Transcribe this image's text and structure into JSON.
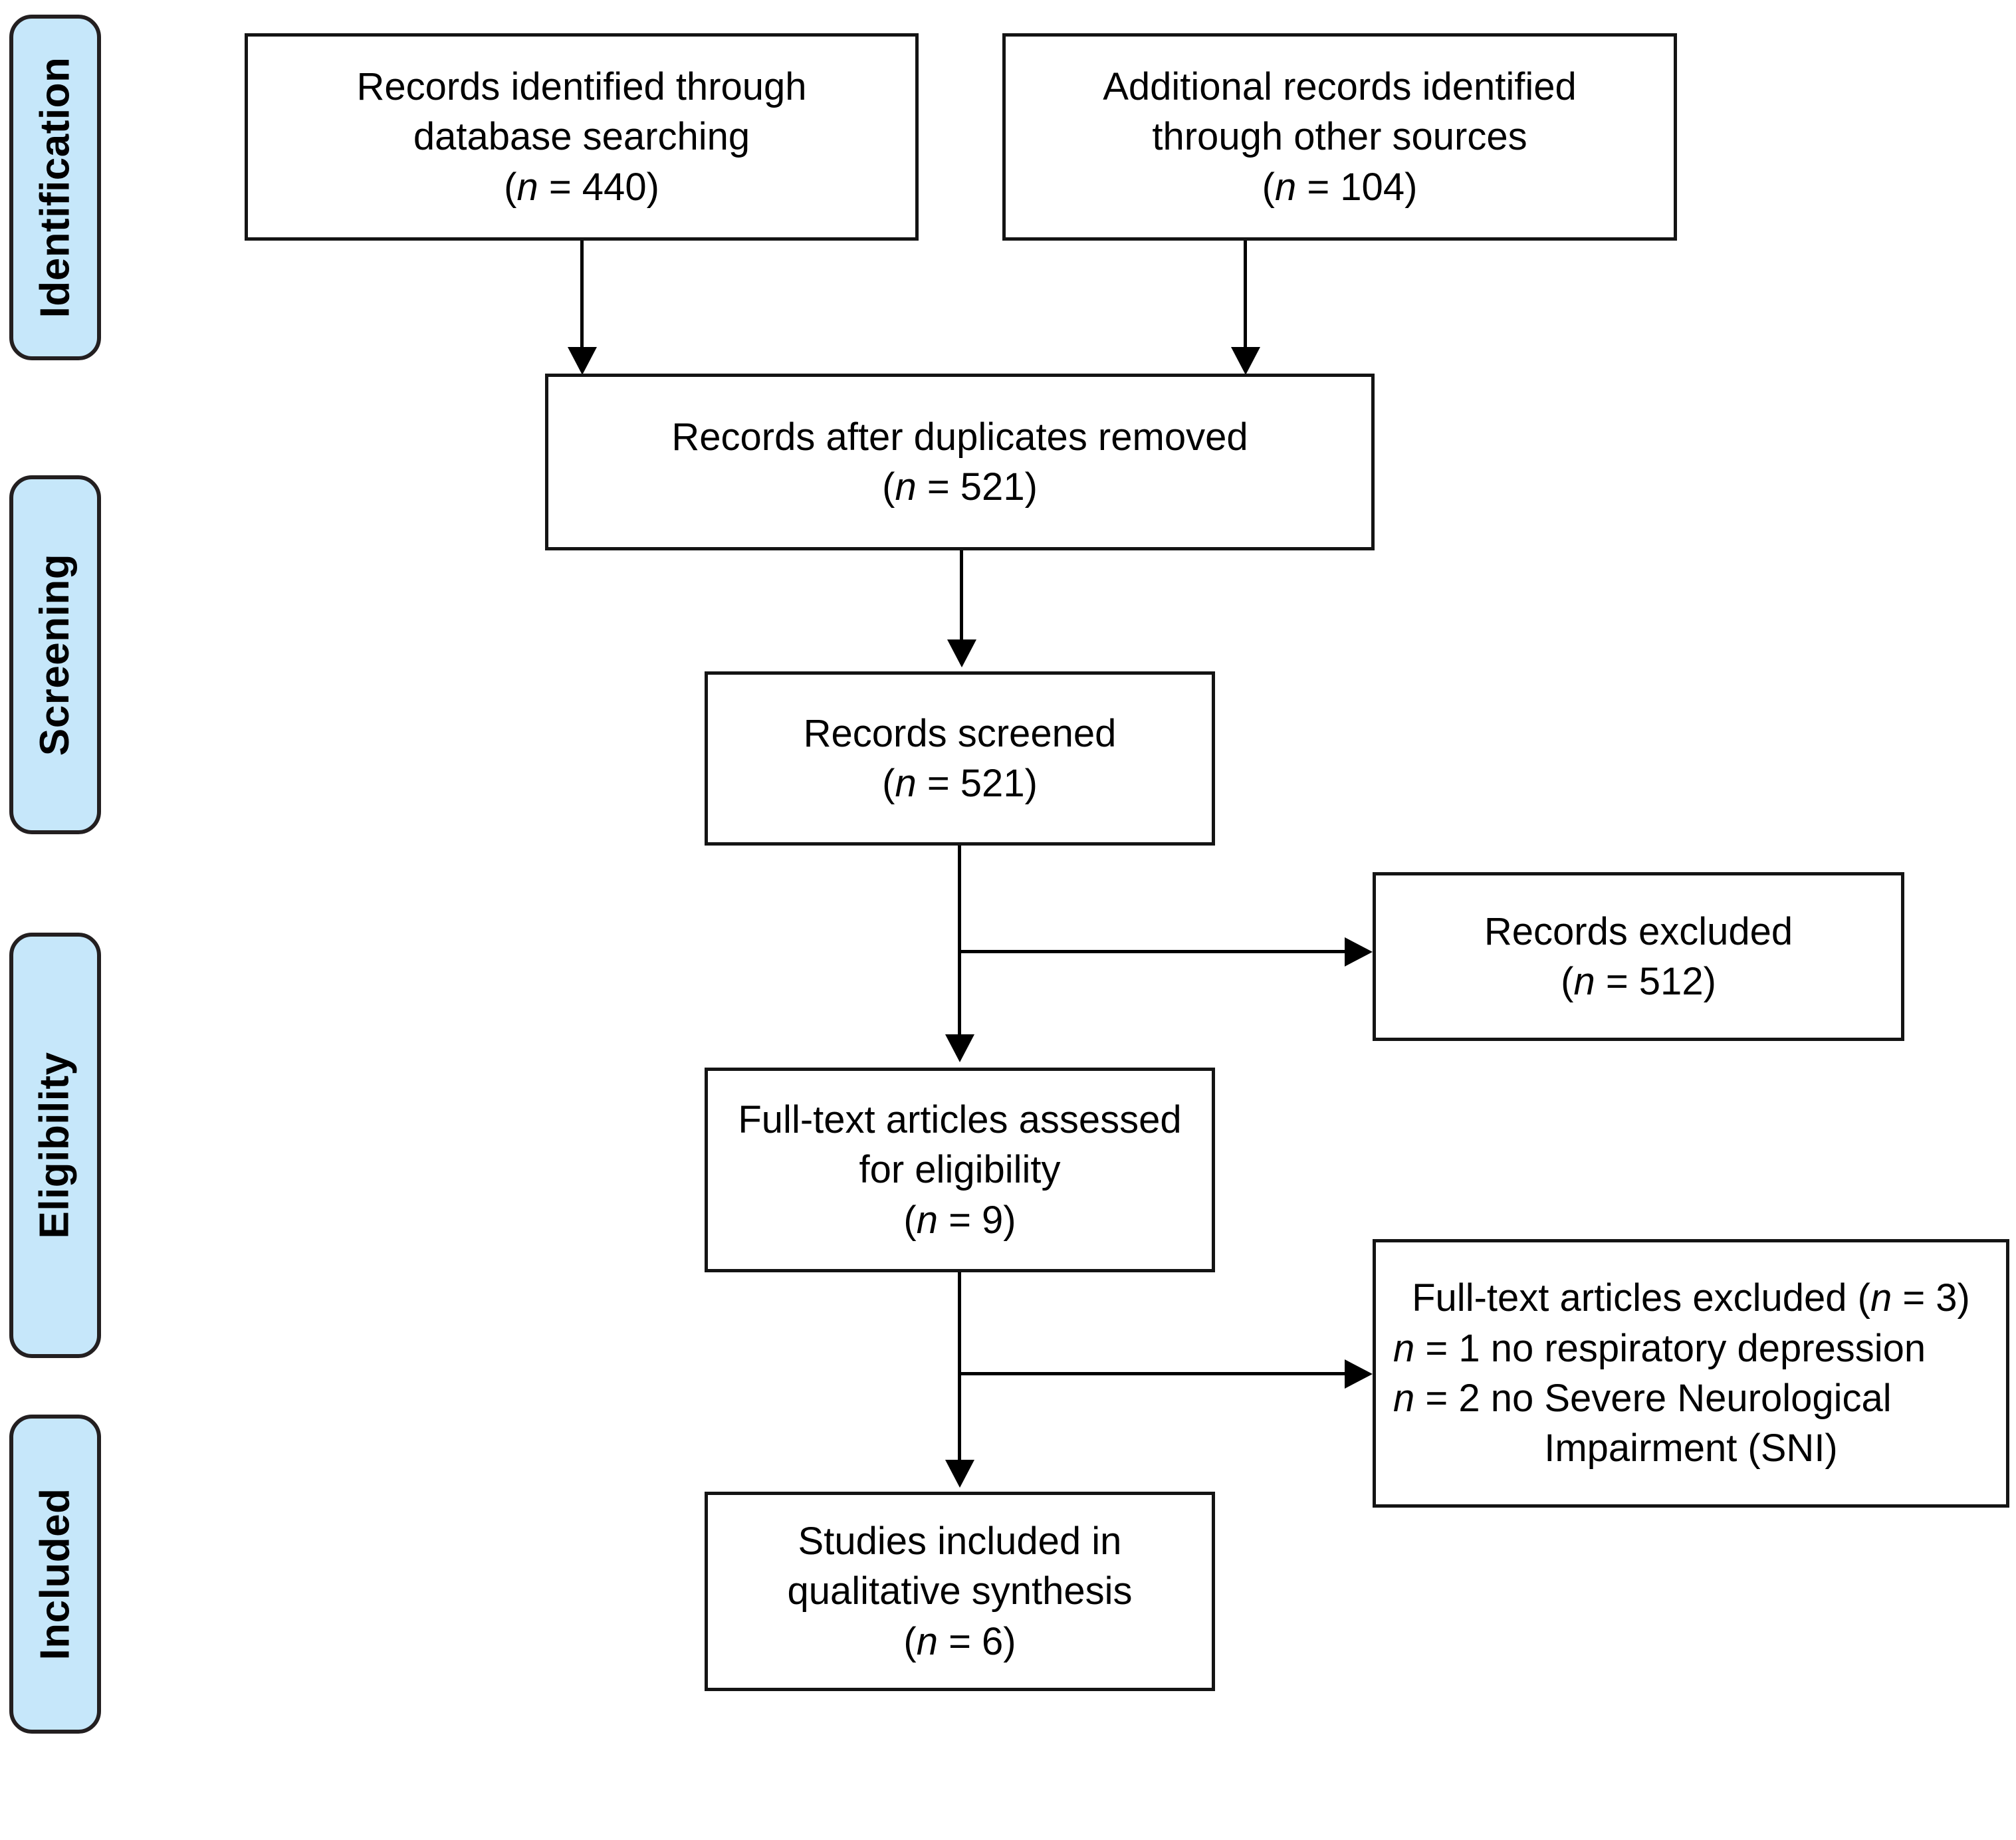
{
  "diagram": {
    "title": "PRISMA study selection flow diagram",
    "accent_color": "#c6e7fa",
    "border_color": "#141414",
    "background_color": "#ffffff"
  },
  "stages": [
    {
      "label": "Identification"
    },
    {
      "label": "Screening"
    },
    {
      "label": "Eligibility"
    },
    {
      "label": "Included"
    }
  ],
  "boxes": {
    "database_search": {
      "line1": "Records identified through",
      "line2": "database searching",
      "n_open": "(",
      "n_symbol": "n",
      "n_value": " = 440)"
    },
    "other_sources": {
      "line1": "Additional records identified",
      "line2": "through other sources",
      "n_open": "(",
      "n_symbol": "n",
      "n_value": " = 104)"
    },
    "duplicates_removed": {
      "line1": "Records after duplicates removed",
      "n_open": "(",
      "n_symbol": "n",
      "n_value": " = 521)"
    },
    "records_screened": {
      "line1": "Records screened",
      "n_open": "(",
      "n_symbol": "n",
      "n_value": " = 521)"
    },
    "records_excluded": {
      "line1": "Records excluded",
      "n_open": "(",
      "n_symbol": "n",
      "n_value": " = 512)"
    },
    "fulltext_assessed": {
      "line1": "Full-text articles assessed",
      "line2": "for eligibility",
      "n_open": "(",
      "n_symbol": "n",
      "n_value": " = 9)"
    },
    "fulltext_excluded": {
      "line1_a": "Full-text articles excluded (",
      "line1_n": "n",
      "line1_b": " = 3)",
      "line2_n": "n",
      "line2_text": " = 1 no respiratory depression",
      "line3_n": "n",
      "line3_text": " = 2 no Severe Neurological",
      "line4_text": "Impairment (SNI)"
    },
    "studies_included": {
      "line1": "Studies included in",
      "line2": "qualitative synthesis",
      "n_open": "(",
      "n_symbol": "n",
      "n_value": " = 6)"
    }
  },
  "chart_data": {
    "type": "diagram",
    "title": "PRISMA flow diagram",
    "nodes": [
      {
        "id": "database_search",
        "stage": "Identification",
        "label": "Records identified through database searching",
        "n": 440
      },
      {
        "id": "other_sources",
        "stage": "Identification",
        "label": "Additional records identified through other sources",
        "n": 104
      },
      {
        "id": "duplicates_removed",
        "stage": "Screening",
        "label": "Records after duplicates removed",
        "n": 521
      },
      {
        "id": "records_screened",
        "stage": "Screening",
        "label": "Records screened",
        "n": 521
      },
      {
        "id": "records_excluded",
        "stage": "Screening",
        "label": "Records excluded",
        "n": 512
      },
      {
        "id": "fulltext_assessed",
        "stage": "Eligibility",
        "label": "Full-text articles assessed for eligibility",
        "n": 9
      },
      {
        "id": "fulltext_excluded",
        "stage": "Eligibility",
        "label": "Full-text articles excluded",
        "n": 3,
        "reasons": [
          {
            "n": 1,
            "reason": "no respiratory depression"
          },
          {
            "n": 2,
            "reason": "no Severe Neurological Impairment (SNI)"
          }
        ]
      },
      {
        "id": "studies_included",
        "stage": "Included",
        "label": "Studies included in qualitative synthesis",
        "n": 6
      }
    ],
    "edges": [
      {
        "from": "database_search",
        "to": "duplicates_removed"
      },
      {
        "from": "other_sources",
        "to": "duplicates_removed"
      },
      {
        "from": "duplicates_removed",
        "to": "records_screened"
      },
      {
        "from": "records_screened",
        "to": "records_excluded"
      },
      {
        "from": "records_screened",
        "to": "fulltext_assessed"
      },
      {
        "from": "fulltext_assessed",
        "to": "fulltext_excluded"
      },
      {
        "from": "fulltext_assessed",
        "to": "studies_included"
      }
    ]
  }
}
